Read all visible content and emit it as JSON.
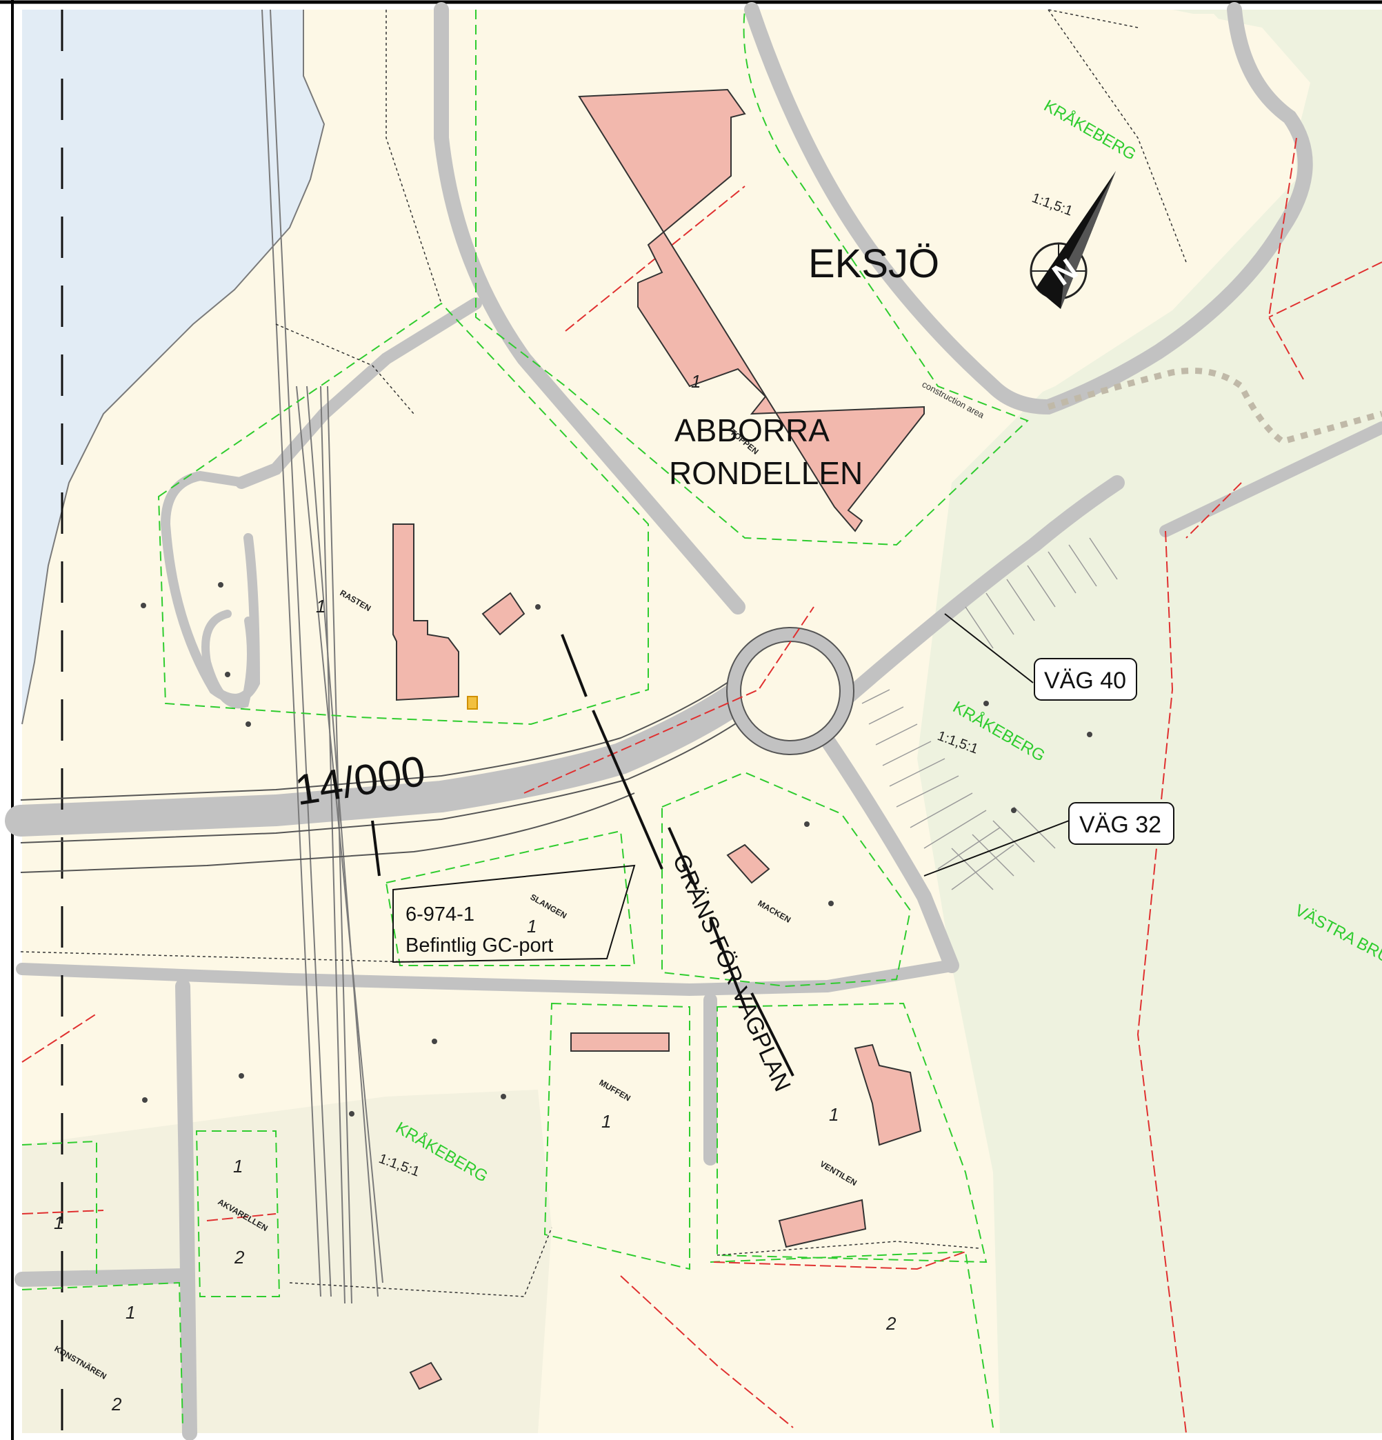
{
  "map": {
    "place_labels": {
      "town": "EKSJÖ",
      "roundabout_line1": "ABBORRA",
      "roundabout_line2": "RONDELLEN",
      "station": "14/000",
      "boundary": "GRÄNS FÖR VÄGPLAN"
    },
    "road_tags": {
      "vag40": "VÄG 40",
      "vag32": "VÄG 32"
    },
    "structure_box": {
      "line1": "6-974-1",
      "line2": "Befintlig GC-port"
    },
    "district_labels": {
      "krakeberg_ne": "KRÅKEBERG",
      "krakeberg_e": "KRÅKEBERG",
      "krakeberg_s": "KRÅKEBERG",
      "vastra_bru": "VÄSTRA BRU"
    },
    "parcel_names": {
      "rasten": "RASTEN",
      "slangen": "SLANGEN",
      "macken": "MACKEN",
      "muffen": "MUFFEN",
      "ventilen": "VENTILEN",
      "akvarellen": "AKVARELLEN",
      "konstnaren": "KONSTNÄREN",
      "toppen": "TOPPEN"
    },
    "parcel_numbers": [
      "1",
      "1",
      "1",
      "1",
      "1",
      "2",
      "1",
      "2",
      "2",
      "1",
      "1"
    ],
    "scale_marks": [
      "1:1,5:1",
      "1:1,5:1",
      "1:1,5:1"
    ],
    "annotation": "construction area",
    "north_letter": "N",
    "colors": {
      "water": "#e2ecf5",
      "land": "#fdf8e6",
      "forest": "#eef2df",
      "building": "#f2b8ad",
      "road": "#c2c2c2",
      "green_line": "#2ecc2e",
      "red_line": "#e03030"
    }
  }
}
